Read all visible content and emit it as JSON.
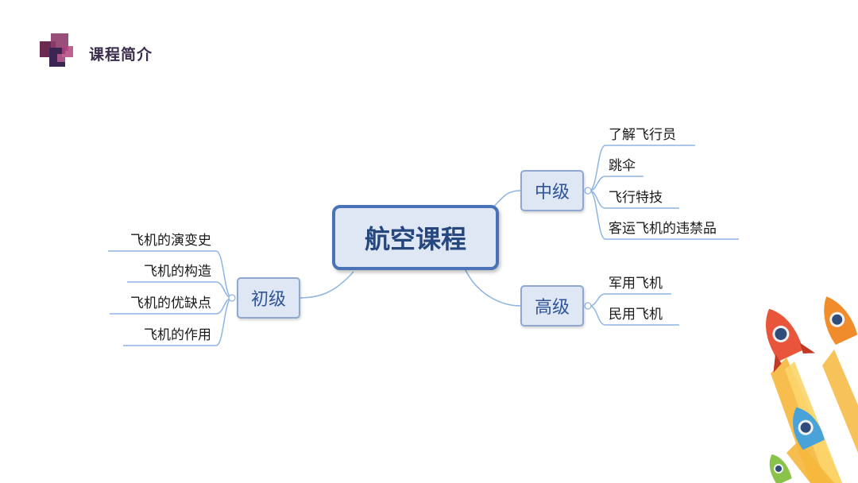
{
  "header": {
    "title": "课程简介",
    "logo_icon": "stacked-squares-logo-icon"
  },
  "mindmap": {
    "root": "航空课程",
    "branches": [
      {
        "label": "中级",
        "leaves": [
          "了解飞行员",
          "跳伞",
          "飞行特技",
          "客运飞机的违禁品"
        ]
      },
      {
        "label": "高级",
        "leaves": [
          "军用飞机",
          "民用飞机"
        ]
      },
      {
        "label": "初级",
        "leaves": [
          "飞机的演变史",
          "飞机的构造",
          "飞机的优缺点",
          "飞机的作用"
        ]
      }
    ]
  },
  "decoration": {
    "illustration": "rockets-illustration-icon",
    "colors": {
      "node_fill": "#dfe7f4",
      "node_border": "#8ea8cf",
      "root_border": "#4a72b6",
      "text_blue": "#2f5597",
      "connector": "#8eb4e3"
    }
  }
}
